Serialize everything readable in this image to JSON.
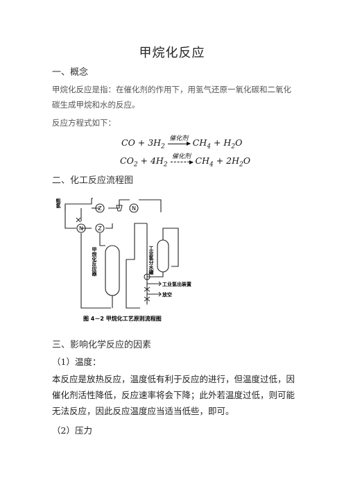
{
  "doc": {
    "title": "甲烷化反应",
    "section1": "一、概念",
    "definition": "甲烷化反应是指：在催化剂的作用下，用氢气还原一氧化碳和二氧化碳生成甲烷和水的反应。",
    "eq_intro": "反应方程式如下：",
    "eq1": {
      "left": "CO + 3H",
      "left_sub": "2",
      "catalyst": "催化剂",
      "right": "CH",
      "right_sub": "4",
      "right_rest": " + H",
      "right_sub2": "2",
      "right_tail": "O"
    },
    "eq2": {
      "left": "CO",
      "left_sub": "2",
      "left_mid": " + 4H",
      "left_sub2": "2",
      "catalyst": "催化剂",
      "right": "CH",
      "right_sub": "4",
      "right_rest": " + 2H",
      "right_sub2": "2",
      "right_tail": "O"
    },
    "section2": "二、化工反应流程图",
    "diagram": {
      "label_raw_gas": "粗氢",
      "label_reactor": "甲烷化反应器",
      "label_separator": "工业氢分水罐",
      "label_out": "工业氢出装置",
      "label_vent": "放空",
      "caption": "图 4－2   甲烷化工艺原则流程图",
      "label_N": "N",
      "label_Z": "Z"
    },
    "section3": "三、影响化学反应的因素",
    "factor1": "（1）温度：",
    "factor1_text": "本反应是放热反应，温度低有利于反应的进行，但温度过低，因催化剂活性降低，反应速率将会下降；此外若温度过低，则可能无法反应，因此反应温度应当适当低些，即可。",
    "factor2": "（2）压力"
  }
}
